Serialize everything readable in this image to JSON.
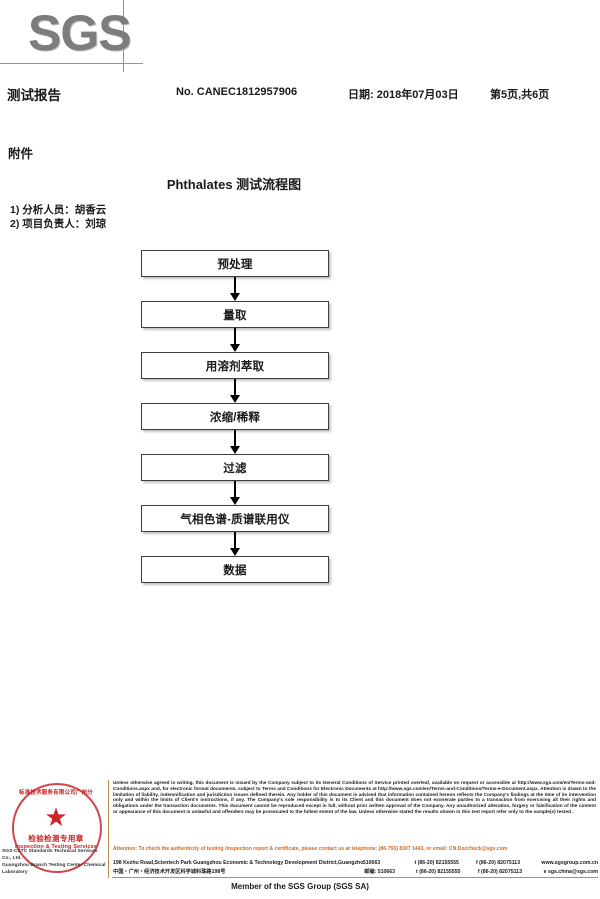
{
  "header": {
    "logo_text": "SGS",
    "report_title": "测试报告",
    "report_no": "No. CANEC1812957906",
    "report_date": "日期: 2018年07月03日",
    "page_info": "第5页,共6页"
  },
  "body": {
    "attachment_label": "附件",
    "flow_title": "Phthalates 测试流程图",
    "personnel": [
      "1)  分析人员：胡香云",
      "2)  项目负责人：刘琼"
    ]
  },
  "flowchart": {
    "steps": [
      {
        "label": "预处理"
      },
      {
        "label": "量取"
      },
      {
        "label": "用溶剂萃取"
      },
      {
        "label": "浓缩/稀释"
      },
      {
        "label": "过滤"
      },
      {
        "label": "气相色谱-质谱联用仪"
      },
      {
        "label": "数据"
      }
    ]
  },
  "footer": {
    "seal": {
      "arc_text": "标准技术服务有限公司广州分",
      "star": "★",
      "cn_text": "检验检测专用章",
      "en_text": "Inspection & Testing Services"
    },
    "company_lines": [
      "SGS-CSTC Standards Technical Services Co., Ltd.",
      "Guangzhou Branch Testing Center Chemical Laboratory"
    ],
    "legal_text": "Unless otherwise agreed in writing, this document is issued by the Company subject to its General Conditions of Service printed overleaf, available on request or accessible at http://www.sgs.com/en/Terms-and-Conditions.aspx and, for electronic format documents, subject to Terms and Conditions for Electronic Documents at http://www.sgs.com/en/Terms-and-Conditions/Terms-e-Document.aspx. Attention is drawn to the limitation of liability, indemnification and jurisdiction issues defined therein. Any holder of this document is advised that information contained hereon reflects the Company's findings at the time of its intervention only and within the limits of Client's instructions, if any. The Company's sole responsibility is to its Client and this document does not exonerate parties to a transaction from exercising all their rights and obligations under the transaction documents. This document cannot be reproduced except in full, without prior written approval of the Company. Any unauthorized alteration, forgery or falsification of the content or appearance of this document is unlawful and offenders may be prosecuted to the fullest extent of the law. Unless otherwise stated the results shown in this test report refer only to the sample(s) tested .",
    "attention_text": "Attention: To check the authenticity of testing /inspection report & certificate, please contact us at telephone: (86-755) 8307 1443, or email: CN.Doccheck@sgs.com",
    "address_en": {
      "address": "198 Kezhu Road,Scientech Park Guangzhou Economic & Technology Development District,Guangzhou,China",
      "zip": "510663",
      "tel": "t (86-20) 82155555",
      "fax": "f (86-20) 82075113",
      "contact": "www.sgsgroup.com.cn"
    },
    "address_cn": {
      "address": "中国・广州・经济技术开发区科学城科珠路198号",
      "zip": "邮编: 510663",
      "tel": "t (86-20) 82155555",
      "fax": "f (86-20) 82075113",
      "contact": "e sgs.china@sgs.com"
    },
    "member_line": "Member of the SGS Group (SGS SA)"
  },
  "colors": {
    "accent_orange": "#c08b4e",
    "logo_gray": "#7d7d7d",
    "seal_red": "#c42026",
    "attention_orange": "#d2691e"
  }
}
